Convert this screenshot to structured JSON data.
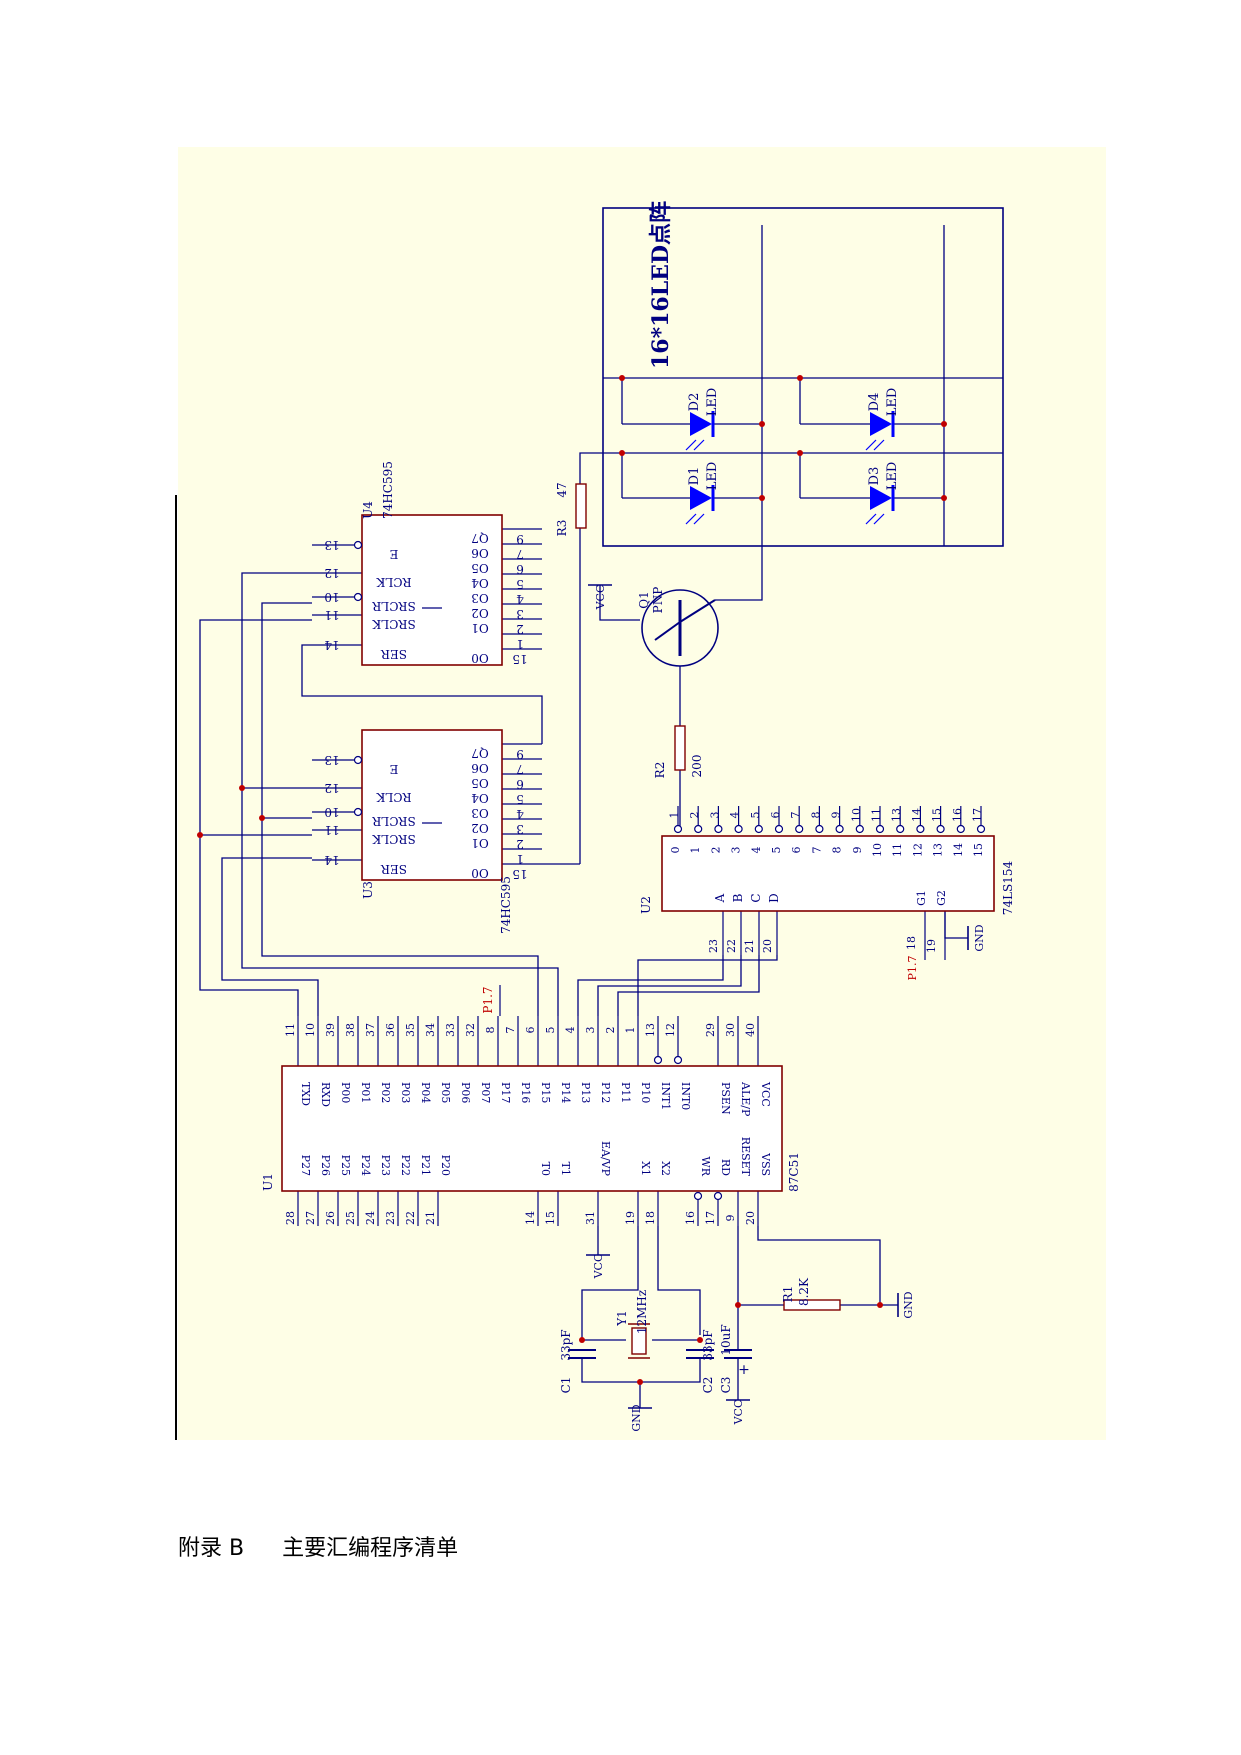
{
  "colors": {
    "panel": "#fefee6",
    "wire": "#000080",
    "outline": "#800000",
    "text": "#000080",
    "label_red": "#c00000",
    "led": "#0000ff",
    "node": "#c00000"
  },
  "caption": {
    "appendix": "附录 B",
    "title": "主要汇编程序清单"
  },
  "matrix": {
    "title": "16*16LED点阵",
    "leds": [
      {
        "ref": "D1",
        "type": "LED"
      },
      {
        "ref": "D2",
        "type": "LED"
      },
      {
        "ref": "D3",
        "type": "LED"
      },
      {
        "ref": "D4",
        "type": "LED"
      }
    ]
  },
  "r3": {
    "ref": "R3",
    "value": "47"
  },
  "q1": {
    "ref": "Q1",
    "type": "PNP",
    "supply": "VCC"
  },
  "r2": {
    "ref": "R2",
    "value": "200"
  },
  "u4": {
    "ref": "U4",
    "part": "74HC595",
    "left_pins": [
      {
        "num": "13",
        "name": "E"
      },
      {
        "num": "12",
        "name": "RCLK"
      },
      {
        "num": "10",
        "name": "SRCLR"
      },
      {
        "num": "11",
        "name": "SRCLK"
      },
      {
        "num": "14",
        "name": "SER"
      }
    ],
    "right_pins": [
      {
        "num": "9",
        "name": "Q7"
      },
      {
        "num": "7",
        "name": "O6"
      },
      {
        "num": "6",
        "name": "O5"
      },
      {
        "num": "5",
        "name": "O4"
      },
      {
        "num": "4",
        "name": "O3"
      },
      {
        "num": "3",
        "name": "O2"
      },
      {
        "num": "2",
        "name": "O1"
      },
      {
        "num": "1",
        "name": ""
      },
      {
        "num": "15",
        "name": "O0"
      }
    ]
  },
  "u3": {
    "ref": "U3",
    "part": "74HC595",
    "left_pins": [
      {
        "num": "13",
        "name": "E"
      },
      {
        "num": "12",
        "name": "RCLK"
      },
      {
        "num": "10",
        "name": "SRCLR"
      },
      {
        "num": "11",
        "name": "SRCLK"
      },
      {
        "num": "14",
        "name": "SER"
      }
    ],
    "right_pins": [
      {
        "num": "9",
        "name": "Q7"
      },
      {
        "num": "7",
        "name": "O6"
      },
      {
        "num": "6",
        "name": "O5"
      },
      {
        "num": "5",
        "name": "O4"
      },
      {
        "num": "4",
        "name": "O3"
      },
      {
        "num": "3",
        "name": "O2"
      },
      {
        "num": "2",
        "name": "O1"
      },
      {
        "num": "1",
        "name": ""
      },
      {
        "num": "15",
        "name": "O0"
      }
    ]
  },
  "u2": {
    "ref": "U2",
    "part": "74LS154",
    "outputs": [
      {
        "num": "1",
        "name": "0"
      },
      {
        "num": "2",
        "name": "1"
      },
      {
        "num": "3",
        "name": "2"
      },
      {
        "num": "4",
        "name": "3"
      },
      {
        "num": "5",
        "name": "4"
      },
      {
        "num": "6",
        "name": "5"
      },
      {
        "num": "7",
        "name": "6"
      },
      {
        "num": "8",
        "name": "7"
      },
      {
        "num": "9",
        "name": "8"
      },
      {
        "num": "10",
        "name": "9"
      },
      {
        "num": "11",
        "name": "10"
      },
      {
        "num": "13",
        "name": "11"
      },
      {
        "num": "14",
        "name": "12"
      },
      {
        "num": "15",
        "name": "13"
      },
      {
        "num": "16",
        "name": "14"
      },
      {
        "num": "17",
        "name": "15"
      }
    ],
    "inputs": [
      {
        "num": "23",
        "name": "A"
      },
      {
        "num": "22",
        "name": "B"
      },
      {
        "num": "21",
        "name": "C"
      },
      {
        "num": "20",
        "name": "D"
      }
    ],
    "enables": [
      {
        "num": "18",
        "name": "G1",
        "net": "P1.7"
      },
      {
        "num": "19",
        "name": "G2",
        "net": "GND"
      }
    ]
  },
  "u1": {
    "ref": "U1",
    "part": "87C51",
    "top_pins": [
      {
        "num": "11",
        "name": "TXD"
      },
      {
        "num": "10",
        "name": "RXD"
      },
      {
        "num": "39",
        "name": "P00"
      },
      {
        "num": "38",
        "name": "P01"
      },
      {
        "num": "37",
        "name": "P02"
      },
      {
        "num": "36",
        "name": "P03"
      },
      {
        "num": "35",
        "name": "P04"
      },
      {
        "num": "34",
        "name": "P05"
      },
      {
        "num": "33",
        "name": "P06"
      },
      {
        "num": "32",
        "name": "P07"
      },
      {
        "num": "8",
        "name": "P17"
      },
      {
        "num": "7",
        "name": "P16"
      },
      {
        "num": "6",
        "name": "P15"
      },
      {
        "num": "5",
        "name": "P14"
      },
      {
        "num": "4",
        "name": "P13"
      },
      {
        "num": "3",
        "name": "P12"
      },
      {
        "num": "2",
        "name": "P11"
      },
      {
        "num": "1",
        "name": "P10"
      },
      {
        "num": "13",
        "name": "INT1"
      },
      {
        "num": "12",
        "name": "INT0"
      },
      {
        "num": "29",
        "name": "PSEN"
      },
      {
        "num": "30",
        "name": "ALE/P"
      },
      {
        "num": "40",
        "name": "VCC"
      }
    ],
    "bottom_pins": [
      {
        "num": "28",
        "name": "P27"
      },
      {
        "num": "27",
        "name": "P26"
      },
      {
        "num": "26",
        "name": "P25"
      },
      {
        "num": "25",
        "name": "P24"
      },
      {
        "num": "24",
        "name": "P23"
      },
      {
        "num": "23",
        "name": "P22"
      },
      {
        "num": "22",
        "name": "P21"
      },
      {
        "num": "21",
        "name": "P20"
      },
      {
        "num": "14",
        "name": "T0"
      },
      {
        "num": "15",
        "name": "T1"
      },
      {
        "num": "31",
        "name": "EA/VP"
      },
      {
        "num": "19",
        "name": "X1"
      },
      {
        "num": "18",
        "name": "X2"
      },
      {
        "num": "16",
        "name": "WR"
      },
      {
        "num": "17",
        "name": "RD"
      },
      {
        "num": "9",
        "name": "RESET"
      },
      {
        "num": "20",
        "name": "VSS"
      }
    ],
    "p17_label": "P1.7"
  },
  "clock": {
    "crystal": {
      "ref": "Y1",
      "value": "12MHz"
    },
    "c1": {
      "ref": "C1",
      "value": "33pF"
    },
    "c2": {
      "ref": "C2",
      "value": "33pF"
    }
  },
  "reset": {
    "c3": {
      "ref": "C3",
      "value": "10uF",
      "polarity": "+"
    },
    "r1": {
      "ref": "R1",
      "value": "8.2K"
    }
  },
  "nets": {
    "vcc": "VCC",
    "gnd": "GND"
  }
}
